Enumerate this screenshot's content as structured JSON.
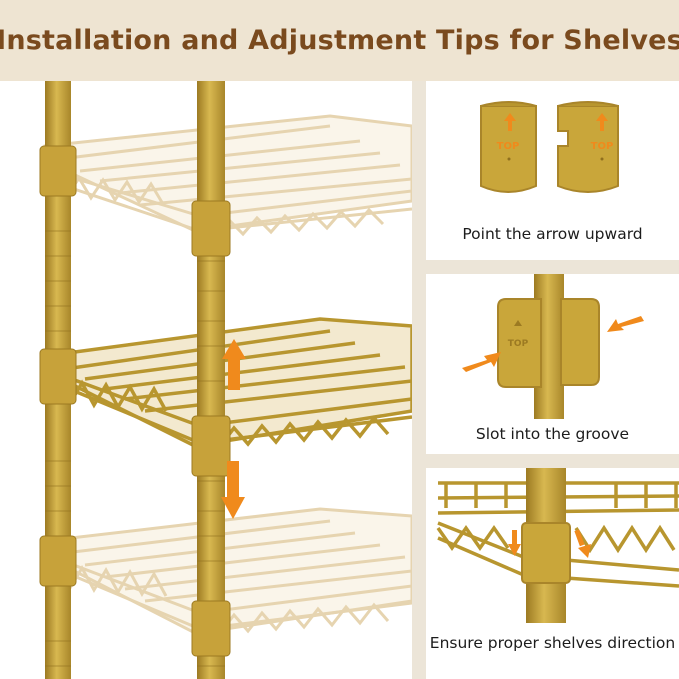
{
  "header": {
    "title": "Installation and Adjustment Tips for Shelves"
  },
  "tips": [
    {
      "caption": "Point the arrow upward",
      "sleeve_label": "TOP"
    },
    {
      "caption": "Slot into the groove",
      "sleeve_label": "TOP"
    },
    {
      "caption": "Ensure proper shelves direction"
    }
  ],
  "colors": {
    "header_text": "#7a4a1e",
    "header_bg": "#eee4d2",
    "gold": "#c9a63a",
    "gold_dark": "#a9852a",
    "light_shelf": "#ecdcbf",
    "arrow": "#f08a1c"
  },
  "icons": [
    "arrow-up-icon",
    "arrow-down-icon",
    "arrow-right-icon",
    "arrow-left-icon"
  ]
}
